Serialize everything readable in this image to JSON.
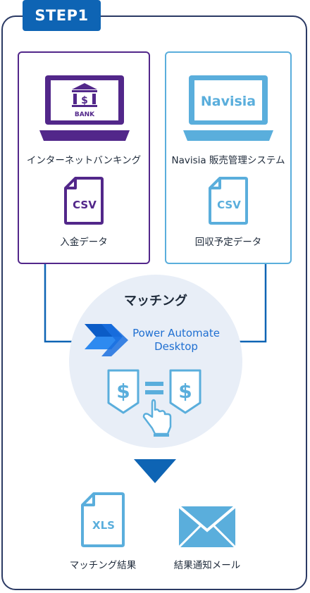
{
  "step": {
    "label": "STEP1"
  },
  "sources": {
    "left": {
      "system_label": "インターネットバンキング",
      "laptop_text": "BANK",
      "file_type": "CSV",
      "file_label": "入金データ"
    },
    "right": {
      "system_label": "Navisia 販売管理システム",
      "laptop_text": "Navisia",
      "file_type": "CSV",
      "file_label": "回収予定データ"
    }
  },
  "matching": {
    "title": "マッチング",
    "product_line1": "Power Automate",
    "product_line2": "Desktop"
  },
  "outputs": {
    "result": {
      "file_type": "XLS",
      "label": "マッチング結果"
    },
    "mail": {
      "label": "結果通知メール"
    }
  },
  "colors": {
    "frame": "#2b3a64",
    "step_tab": "#0e64b4",
    "bank_purple": "#52278a",
    "navisia_blue": "#5aaedc",
    "connector": "#0e64b4",
    "circle_bg": "#e8eef7",
    "pad_blue": "#1f6fd1"
  }
}
